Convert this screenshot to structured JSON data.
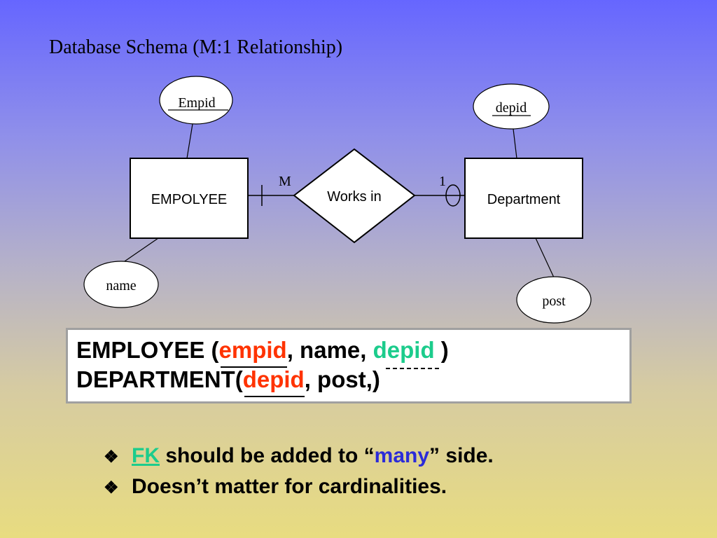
{
  "title": "Database Schema (M:1 Relationship)",
  "diagram": {
    "entities": {
      "employee": "EMPOLYEE",
      "department": "Department"
    },
    "relationship": "Works in",
    "cardinality_left": "M",
    "cardinality_right": "1",
    "attributes": {
      "empid": "Empid",
      "name": "name",
      "depid": "depid",
      "post": "post"
    }
  },
  "schema": {
    "line1": {
      "prefix": "EMPLOYEE (",
      "pk": "empid",
      "mid": ", name, ",
      "fk": "depid",
      "suffix": " )"
    },
    "line2": {
      "prefix": "DEPARTMENT(",
      "pk": "depid",
      "suffix": ", post,)"
    }
  },
  "bullets": {
    "bullet_symbol": "❖",
    "item1": {
      "fk": "FK",
      "text_a": " should be added to “",
      "many": "many",
      "text_b": "” side."
    },
    "item2": {
      "text": "Doesn’t matter for cardinalities."
    }
  },
  "colors": {
    "background_top": "#6666ff",
    "background_bottom": "#e8dc80",
    "key_red": "#ff3300",
    "key_green": "#1ccc8c",
    "many_blue": "#2b2bd8"
  }
}
